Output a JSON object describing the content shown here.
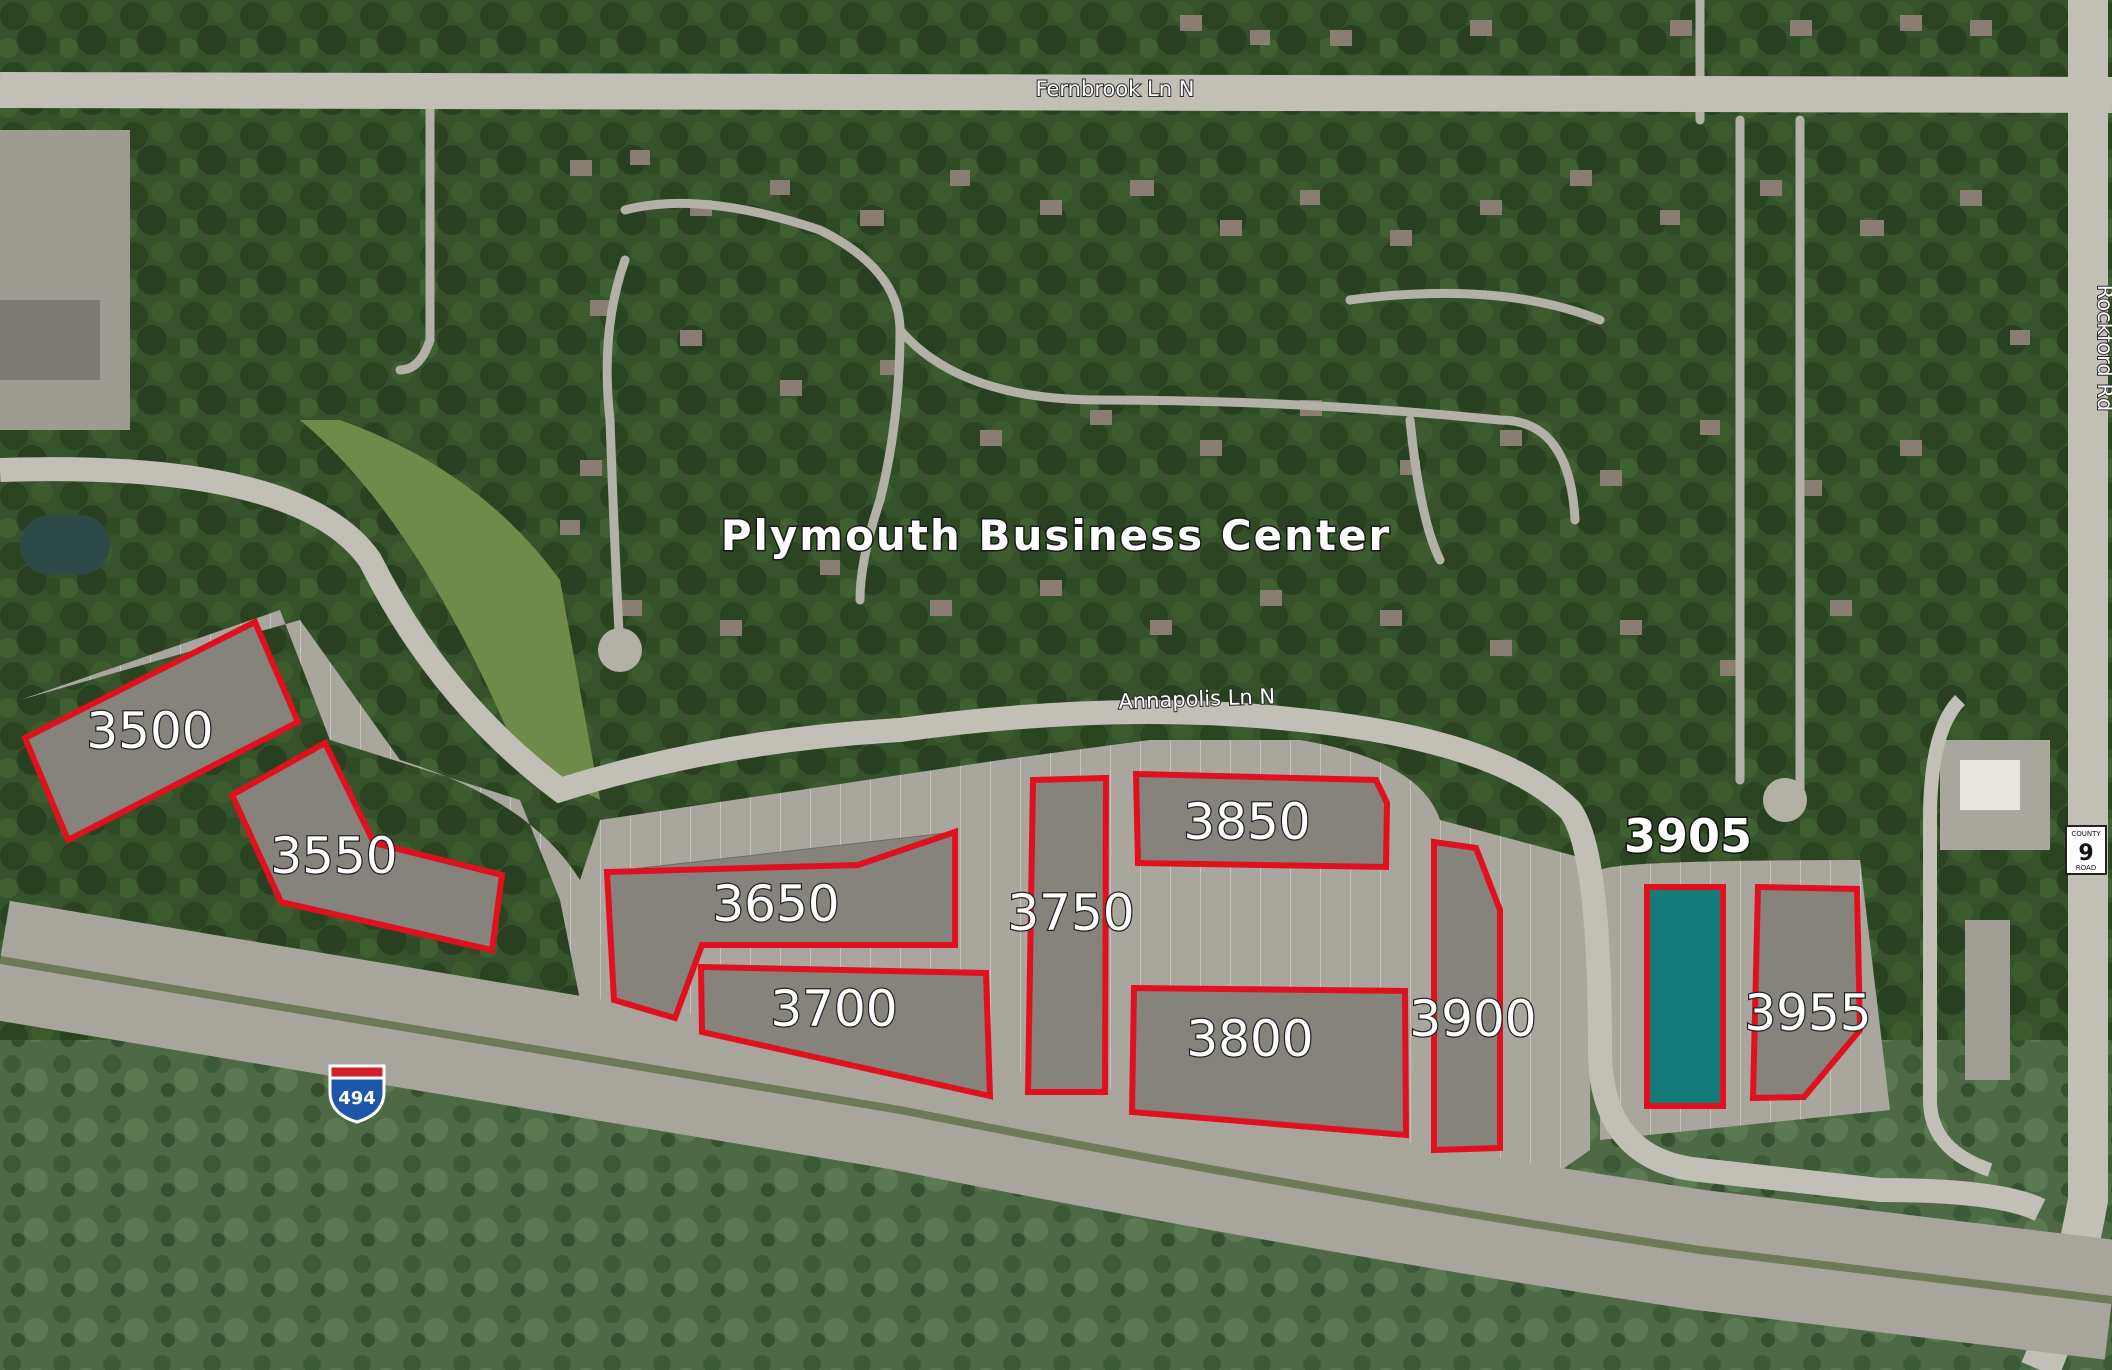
{
  "title": "Plymouth Business Center",
  "roads": {
    "fernbrook": "Fernbrook Ln N",
    "annapolis": "Annapolis Ln N",
    "rockford": "Rockford Rd",
    "interstate": "494"
  },
  "county_sign": {
    "top": "COUNTY",
    "number": "9",
    "bottom": "ROAD"
  },
  "buildings": {
    "b3500": "3500",
    "b3550": "3550",
    "b3650": "3650",
    "b3700": "3700",
    "b3750": "3750",
    "b3800": "3800",
    "b3850": "3850",
    "b3900": "3900",
    "b3905": "3905",
    "b3955": "3955"
  },
  "colors": {
    "outline": "#e0101e",
    "featured_fill": "#137a7a",
    "roof": "#8a8782",
    "tree": "#2e4a23",
    "road": "#bdbab2"
  },
  "featured_building": "3905"
}
